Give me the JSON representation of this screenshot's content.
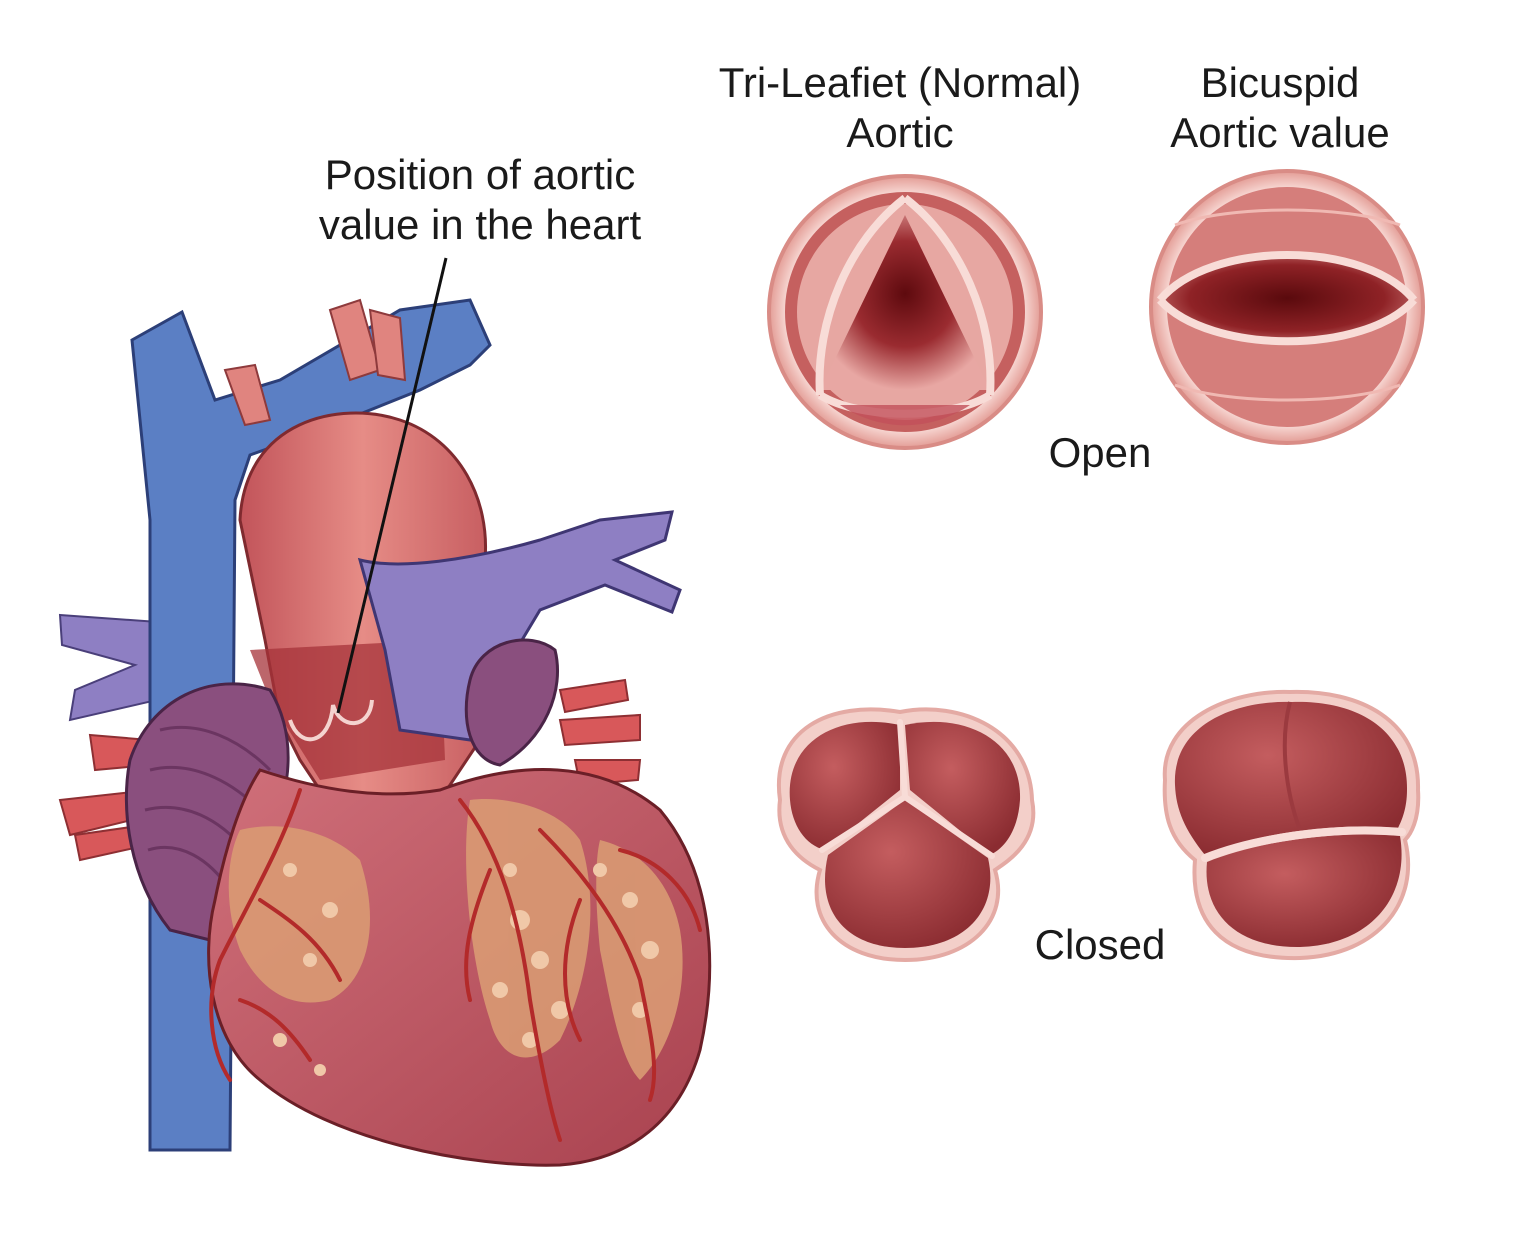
{
  "labels": {
    "position_line1": "Position of aortic",
    "position_line2": "value in the heart",
    "tri_line1": "Tri-Leafiet (Normal)",
    "tri_line2": "Aortic",
    "bicuspid_line1": "Bicuspid",
    "bicuspid_line2": "Aortic value",
    "open": "Open",
    "closed": "Closed"
  },
  "colors": {
    "vein_blue": "#5b7fc4",
    "vein_purple": "#8e7fc3",
    "aorta_red": "#d9746f",
    "heart_muscle": "#c65a62",
    "fat": "#d99a73",
    "atrium_purple": "#8a4f7e",
    "valve_dark": "#7a1518",
    "valve_ring": "#f2c3bd"
  }
}
